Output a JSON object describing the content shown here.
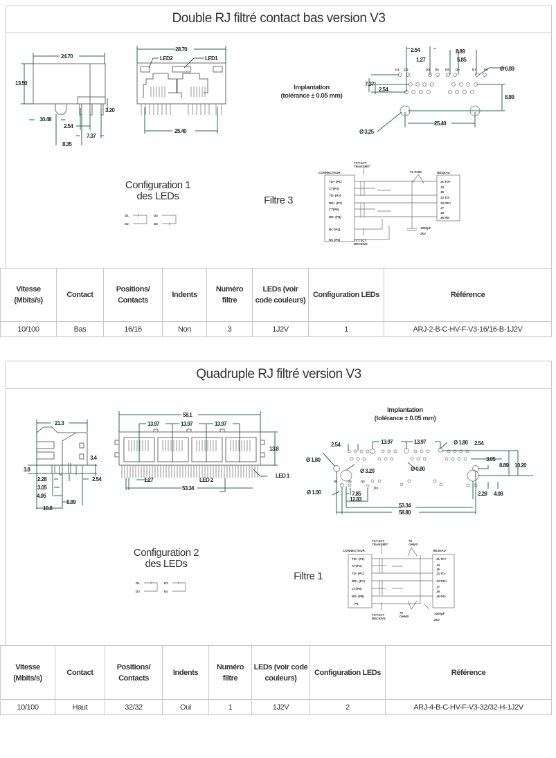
{
  "colors": {
    "dimension": "#1e6b52",
    "drawing": "#6a6a6a",
    "text": "#333333",
    "border": "#c8c8c8"
  },
  "sections": [
    {
      "title": "Double RJ filtré contact bas version V3",
      "side_dims": [
        "24.70",
        "13.50",
        "3.20",
        "10.48",
        "2.54",
        "7.37",
        "8.35"
      ],
      "front_dims": [
        "28.70",
        "25.40"
      ],
      "front_leds": [
        "LED2",
        "LED1"
      ],
      "implantation": {
        "title": "Implantation",
        "tolerance": "(tolérance ± 0.05 mm)"
      },
      "footprint_dims": [
        "2.54",
        "1.27",
        "8.89",
        "5.85",
        "Ø 0.89",
        "7.37",
        "2.54",
        "8.89",
        "Ø 3.25",
        "25.40"
      ],
      "pin_labels": [
        "D1",
        "D2",
        "D3",
        "D4",
        "D5",
        "D6",
        "D7",
        "D8"
      ],
      "config": {
        "line1": "Configuration 1",
        "line2": "des LEDs",
        "leds": [
          "D1",
          "D2",
          "D3",
          "D4"
        ]
      },
      "filter": {
        "title": "Filtre 3",
        "connector": "CONNECTEUR",
        "network": "RÉSEAU",
        "tx": [
          "TCT:1CT",
          "TRANSMIT"
        ],
        "rx": [
          "TCT:1CT",
          "RECEIVE"
        ],
        "res": "75 OHM",
        "cap": [
          "1000pF",
          "2kV"
        ],
        "left_pins": [
          "TD+ (P1)",
          "CT(P3)",
          "TD- (P2)",
          "RD+ (P7)",
          "CT(P6)",
          "RD- (P8)",
          "NC (P4)",
          "NC (P5)"
        ],
        "right_pins": [
          "J1 TD+",
          "J4",
          "J5",
          "J2 TD-",
          "J3 RD+",
          "J7",
          "J8",
          "J6 RD-"
        ]
      },
      "table": {
        "headers": [
          "Vitesse (Mbits/s)",
          "Contact",
          "Positions/ Contacts",
          "Indents",
          "Numéro filtre",
          "LEDs (voir code couleurs)",
          "Configuration LEDs",
          "Référence"
        ],
        "row": [
          "10/100",
          "Bas",
          "16/16",
          "Non",
          "3",
          "1J2V",
          "1",
          "ARJ-2-B-C-HV-F-V3-16/16-B-1J2V"
        ]
      }
    },
    {
      "title": "Quadruple RJ filtré version V3",
      "side_dims": [
        "21.3",
        "3.4",
        "3.8",
        "2.28",
        "3.05",
        "4.05",
        "8.89",
        "10.8",
        "2.54"
      ],
      "front_dims": [
        "58.1",
        "13.97",
        "13.97",
        "13.97",
        "13.8",
        "1.27",
        "53.34"
      ],
      "front_leds": [
        "LED 1",
        "LED 2"
      ],
      "implantation": {
        "title": "Implantation",
        "tolerance": "(tolérance ± 0.05 mm)"
      },
      "footprint_dims": [
        "2.54",
        "13.97",
        "13.97",
        "Ø 1.80",
        "2.54",
        "Ø 1.80",
        "3.05",
        "Ø 0.80",
        "8.89",
        "10.20",
        "Ø 3.20",
        "Ø 1.00",
        "7.85",
        "12.83",
        "2.28",
        "4.08",
        "53.34",
        "58.80"
      ],
      "pin_labels": [
        "D1",
        "D2",
        "D3",
        "D4"
      ],
      "config": {
        "line1": "Configuration 2",
        "line2": "des LEDs",
        "leds": [
          "D1",
          "D2",
          "D3",
          "D4"
        ]
      },
      "filter": {
        "title": "Filtre 1",
        "connector": "CONNECTEUR",
        "network": "RÉSEAU",
        "tx": [
          "TCT:1CT",
          "TRANSMIT"
        ],
        "rx": [
          "TCT:1CT",
          "RECEIVE"
        ],
        "res": [
          "75",
          "OHMS"
        ],
        "res2": [
          "75",
          "OHMS"
        ],
        "cap": [
          "1000pF",
          "2kV"
        ],
        "left_pins": [
          "TD+ (P1)",
          "CT(P3)",
          "TD- (P2)",
          "RD+ (P7)",
          "CT(P6)",
          "RD- (P8)",
          "P4"
        ],
        "right_pins": [
          "J1 TD+",
          "J4",
          "J5",
          "J2 TD-",
          "J3 RD+",
          "J7",
          "J8",
          "J6 RD-"
        ]
      },
      "table": {
        "headers": [
          "Vitesse (Mbits/s)",
          "Contact",
          "Positions/ Contacts",
          "Indents",
          "Numéro filtre",
          "LEDs (voir code couleurs)",
          "Configuration LEDs",
          "Référence"
        ],
        "row": [
          "10/100",
          "Haut",
          "32/32",
          "Oui",
          "1",
          "1J2V",
          "2",
          "ARJ-4-B-C-HV-F-V3-32/32-H-1J2V"
        ]
      }
    }
  ]
}
